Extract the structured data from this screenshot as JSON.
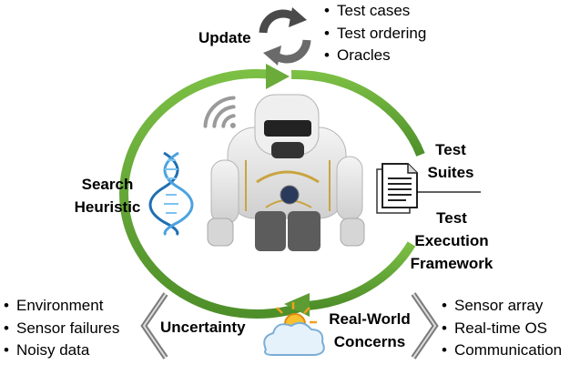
{
  "update": {
    "label": "Update",
    "items": [
      "Test cases",
      "Test ordering",
      "Oracles"
    ]
  },
  "search": {
    "line1": "Search",
    "line2": "Heuristic"
  },
  "test": {
    "suites_line1": "Test",
    "suites_line2": "Suites",
    "exec_line1": "Test",
    "exec_line2": "Execution",
    "exec_line3": "Framework"
  },
  "uncertainty": {
    "label": "Uncertainty",
    "items": [
      "Environment",
      "Sensor failures",
      "Noisy data"
    ]
  },
  "real_world": {
    "line1": "Real-World",
    "line2": "Concerns",
    "items": [
      "Sensor array",
      "Real-time OS",
      "Communication"
    ]
  },
  "icons": [
    "recycle-arrows-icon",
    "dna-icon",
    "wifi-icon",
    "document-icon",
    "weather-icon",
    "robot-image",
    "chevron-left-icon",
    "chevron-right-icon"
  ],
  "colors": {
    "cycle_green": "#6aab3a",
    "dna_blue": "#2a7fc4",
    "icon_gray": "#555555"
  }
}
